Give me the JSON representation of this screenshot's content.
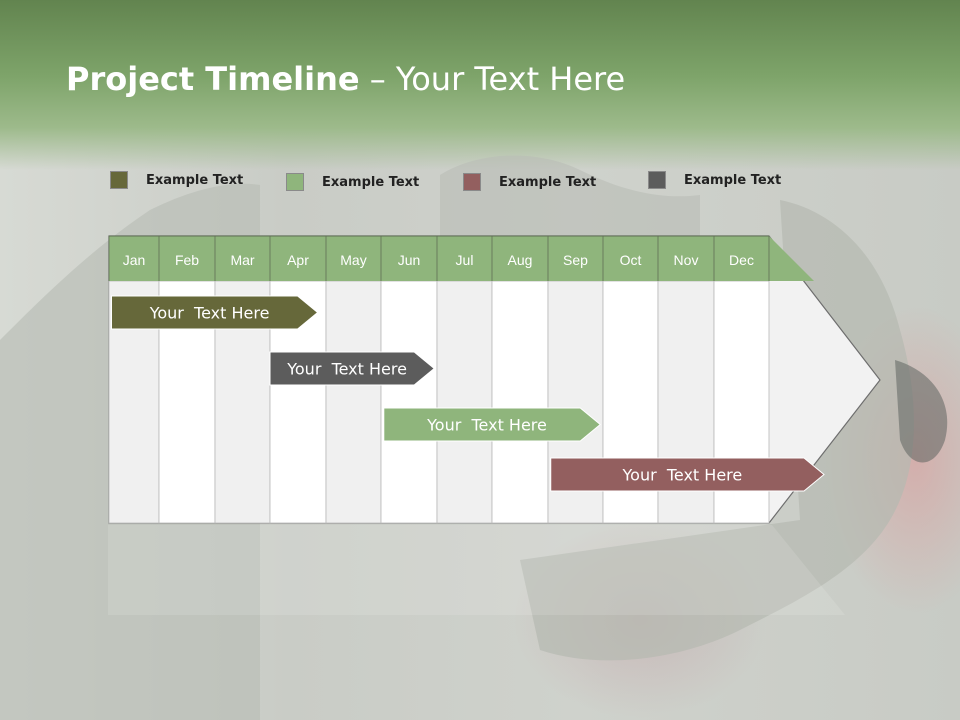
{
  "slide": {
    "title_bold": "Project Timeline",
    "title_rest": " – Your Text Here"
  },
  "colors": {
    "header": "#7ea46a",
    "month_band": "#8fb57c",
    "olive": "#66683a",
    "gray": "#5c5c5c",
    "green": "#8fb57c",
    "rose": "#935f5f"
  },
  "legend": [
    {
      "label": "Example Text",
      "color": "#66683a"
    },
    {
      "label": "Example Text",
      "color": "#8fb57c"
    },
    {
      "label": "Example Text",
      "color": "#935f5f"
    },
    {
      "label": "Example Text",
      "color": "#5c5c5c"
    }
  ],
  "months": [
    "Jan",
    "Feb",
    "Mar",
    "Apr",
    "May",
    "Jun",
    "Jul",
    "Aug",
    "Sep",
    "Oct",
    "Nov",
    "Dec"
  ],
  "tasks": [
    {
      "label": "Your  Text Here",
      "start_month": 1.05,
      "end_month": 4.85,
      "color": "#66683a",
      "text_color": "#ffffff"
    },
    {
      "label": "Your  Text Here",
      "start_month": 4.0,
      "end_month": 6.95,
      "color": "#5c5c5c",
      "text_color": "#ffffff"
    },
    {
      "label": "Your  Text Here",
      "start_month": 6.05,
      "end_month": 9.95,
      "color": "#8fb57c",
      "text_color": "#ffffff"
    },
    {
      "label": "Your  Text Here",
      "start_month": 9.05,
      "end_month": 13.0,
      "color": "#935f5f",
      "text_color": "#ffffff"
    }
  ]
}
